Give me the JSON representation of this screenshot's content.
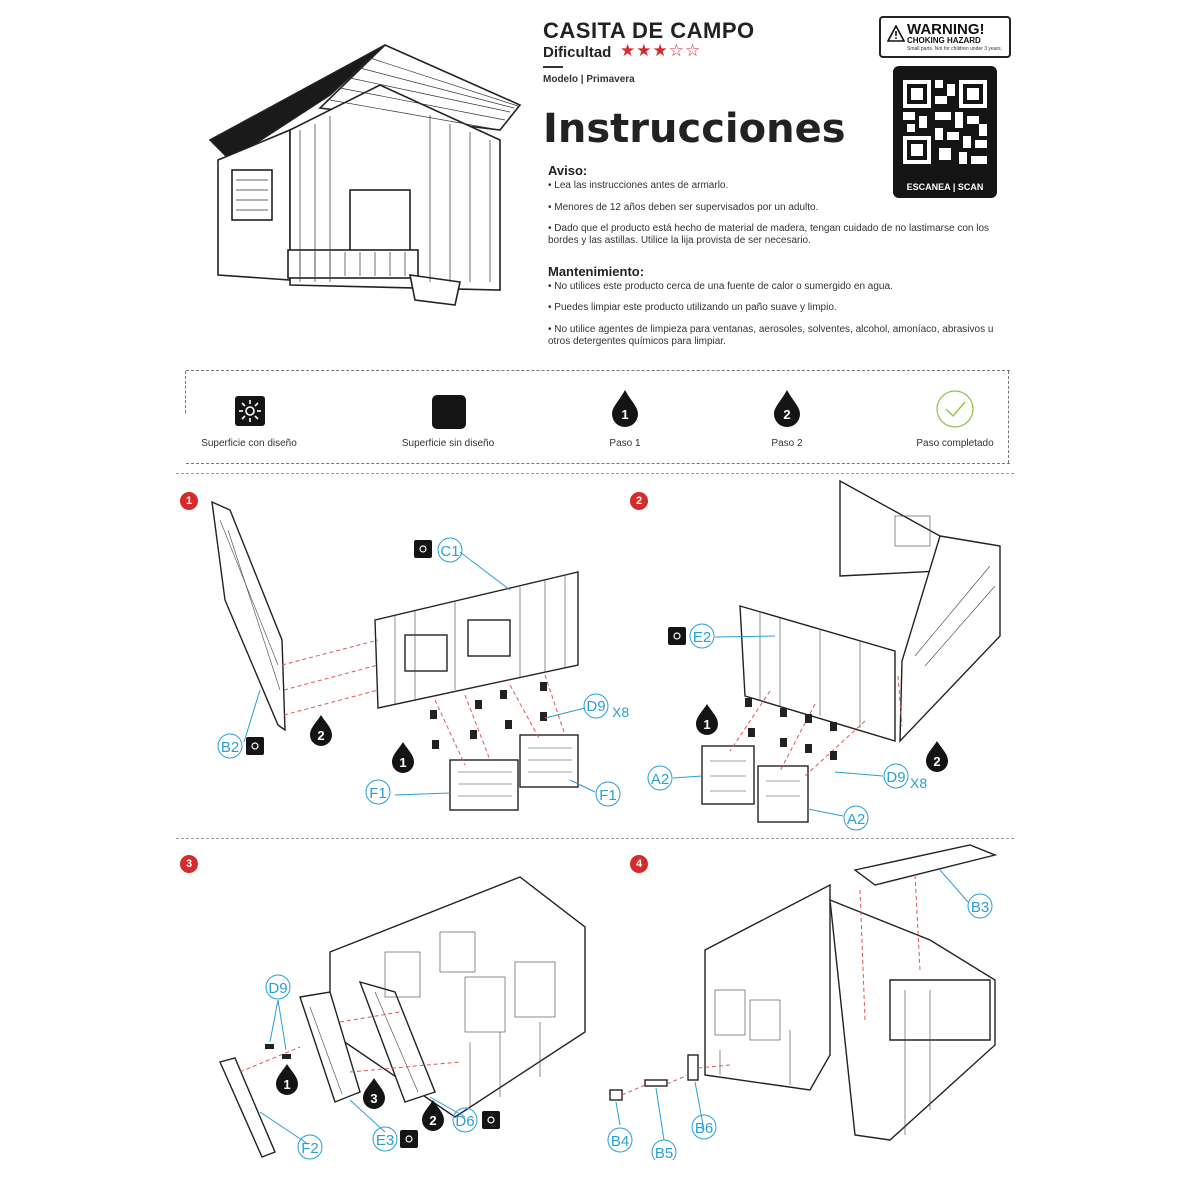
{
  "header": {
    "title": "CASITA DE CAMPO",
    "difficulty_label": "Dificultad",
    "difficulty_stars": "★★★☆☆",
    "difficulty_rating": 3,
    "model": "Modelo | Primavera",
    "heading": "Instrucciones"
  },
  "warning": {
    "title": "WARNING!",
    "subtitle": "CHOKING HAZARD",
    "note": "Small parts. Not for children under 3 years."
  },
  "qr": {
    "label": "ESCANEA | SCAN"
  },
  "aviso": {
    "title": "Aviso:",
    "items": [
      "Lea las instrucciones antes de armarlo.",
      "Menores de 12 años deben ser supervisados por un adulto.",
      "Dado que el producto está hecho de material de madera, tengan cuidado de no lastimarse con los bordes y las astillas. Utilice la lija provista de ser necesario."
    ]
  },
  "mantenimiento": {
    "title": "Mantenimiento:",
    "items": [
      "No utilices este producto cerca de una fuente de calor o sumergido en agua.",
      "Puedes limpiar este producto utilizando un paño suave y limpio.",
      "No utilice agentes de limpieza para ventanas, aerosoles, solventes, alcohol, amoníaco, abrasivos u otros detergentes químicos para limpiar."
    ]
  },
  "legend": [
    {
      "icon": "patterned-surface-icon",
      "label": "Superficie con diseño"
    },
    {
      "icon": "plain-surface-icon",
      "label": "Superficie sin diseño"
    },
    {
      "icon": "step-1-drop-icon",
      "glyph": "1",
      "label": "Paso 1"
    },
    {
      "icon": "step-2-drop-icon",
      "glyph": "2",
      "label": "Paso 2"
    },
    {
      "icon": "check-circle-icon",
      "label": "Paso completado"
    }
  ],
  "colors": {
    "accent": "#d52b2b",
    "callout": "#2a9fd6",
    "dark": "#141414",
    "check": "#8bc34a"
  },
  "steps": [
    {
      "number": "1",
      "parts": [
        "C1",
        "D9",
        "X8",
        "B2",
        "F1",
        "F1"
      ],
      "drops": [
        "1",
        "2"
      ]
    },
    {
      "number": "2",
      "parts": [
        "E2",
        "D9",
        "X8",
        "A2",
        "A2"
      ],
      "drops": [
        "1",
        "2"
      ]
    },
    {
      "number": "3",
      "parts": [
        "D9",
        "F2",
        "E3",
        "D6"
      ],
      "drops": [
        "1",
        "2",
        "3"
      ]
    },
    {
      "number": "4",
      "parts": [
        "B3",
        "B4",
        "B5",
        "B6"
      ]
    }
  ]
}
